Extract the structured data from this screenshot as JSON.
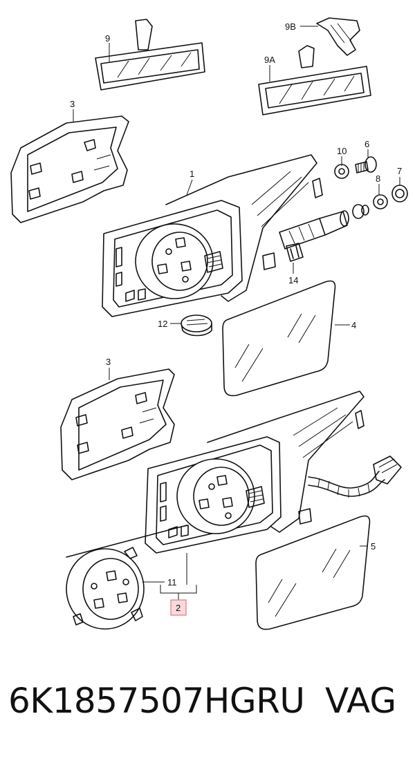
{
  "callouts": {
    "c9": "9",
    "c9B": "9B",
    "c9A": "9A",
    "c3a": "3",
    "c10": "10",
    "c6": "6",
    "c1": "1",
    "c8": "8",
    "c7": "7",
    "c14": "14",
    "c12": "12",
    "c4": "4",
    "c3b": "3",
    "c5": "5",
    "c11": "11",
    "c2": "2"
  },
  "caption": {
    "part_number": "6K1857507HGRU",
    "brand": "VAG"
  },
  "colors": {
    "highlight_fill": "#f8d9dc",
    "highlight_stroke": "#e0797f"
  }
}
